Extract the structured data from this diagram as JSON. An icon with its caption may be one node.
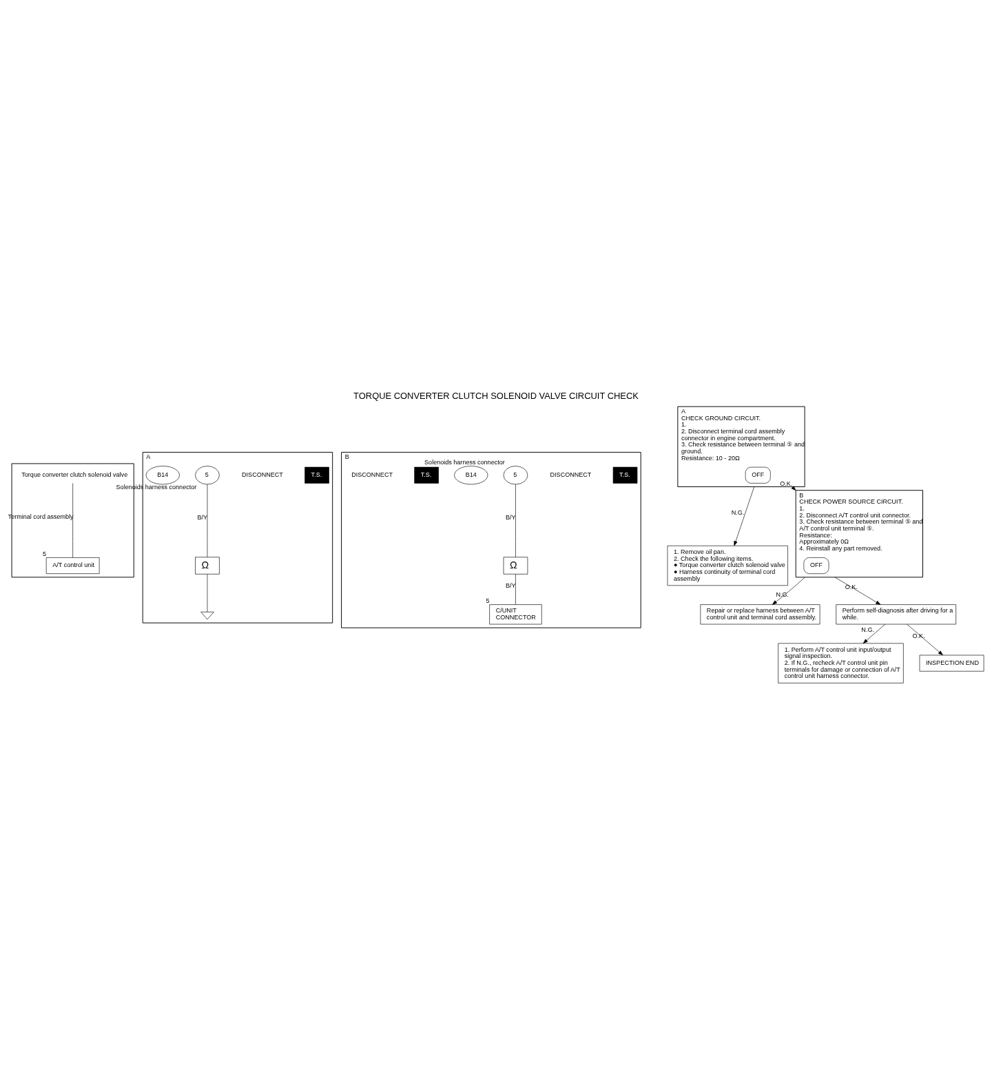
{
  "diagram": {
    "title": "TORQUE CONVERTER CLUTCH SOLENOID VALVE CIRCUIT CHECK",
    "nodes": [
      {
        "text": [],
        "shape": "box"
      },
      {
        "text": [
          "Torque converter clutch solenoid valve"
        ],
        "in": 0
      },
      {
        "text": [
          "A/T control unit"
        ],
        "beside": [
          "5"
        ],
        "in": 0
      },
      {
        "text": [
          "A"
        ]
      },
      {
        "text": [
          "T.S."
        ],
        "in": 3
      },
      {
        "text": [
          "DISCONNECT"
        ],
        "in": 3
      },
      {
        "text": [
          "5"
        ],
        "beside": [
          "Solenoids harness connector"
        ],
        "in": 3
      },
      {
        "text": [
          "B14"
        ],
        "in": 3
      },
      {
        "text": [
          "Ω"
        ],
        "in": 3
      },
      {
        "text": [],
        "shape": "ground",
        "in": 3
      },
      {
        "text": [
          "B"
        ]
      },
      {
        "text": [
          "T.S."
        ],
        "in": 10
      },
      {
        "text": [
          "DISCONNECT"
        ],
        "in": 10
      },
      {
        "text": [
          "5"
        ],
        "beside": [
          "Solenoids harness connector"
        ],
        "in": 10
      },
      {
        "text": [
          "B14"
        ],
        "in": 10
      },
      {
        "text": [
          "T.S."
        ],
        "in": 10
      },
      {
        "text": [
          "DISCONNECT"
        ],
        "in": 10
      },
      {
        "text": [
          "C/UNIT",
          "CONNECTOR"
        ],
        "beside": [
          "5"
        ],
        "in": 10
      },
      {
        "text": [
          "Ω"
        ],
        "in": 10
      },
      {
        "text": [
          "CHECK GROUND CIRCUIT.",
          "1.",
          "2. Disconnect terminal cord assembly connector in engine compartment.",
          "3. Check resistance between terminal ⑤ and ground.",
          "Resistance: 10 - 20Ω"
        ],
        "beside": [
          "A"
        ]
      },
      {
        "text": [
          "OFF"
        ],
        "in": 19
      },
      {
        "text": [
          "1. Remove oil pan.",
          "2. Check the following items.",
          "● Torque converter clutch solenoid valve",
          "● Harness continuity of terminal cord assembly"
        ]
      },
      {
        "text": [
          "CHECK POWER SOURCE CIRCUIT.",
          "1.",
          "2. Disconnect A/T control unit connector.",
          "3. Check resistance between terminal ⑤ and A/T control unit terminal ⑤.",
          "Resistance:",
          "Approximately 0Ω",
          "4. Reinstall any part removed."
        ],
        "beside": [
          "B"
        ]
      },
      {
        "text": [
          "OFF"
        ],
        "in": 22
      },
      {
        "text": [
          "Repair or replace harness between A/T control unit and terminal cord assembly."
        ]
      },
      {
        "text": [
          "Perform self-diagnosis after driving for a while."
        ]
      },
      {
        "text": [
          "1. Perform A/T control unit input/output signal inspection.",
          "2. If N.G., recheck A/T control unit pin terminals for damage or connection of A/T control unit harness connector."
        ]
      },
      {
        "text": [
          "INSPECTION END"
        ]
      }
    ],
    "edges": [
      {
        "from": 1,
        "to": 2,
        "arrow": "none",
        "label": "Terminal cord assembly"
      },
      {
        "from": 6,
        "to": 8,
        "arrow": "none",
        "label": "B/Y"
      },
      {
        "from": 8,
        "to": 9,
        "arrow": "none"
      },
      {
        "from": 13,
        "to": 18,
        "arrow": "none",
        "label": "B/Y"
      },
      {
        "from": 18,
        "to": 17,
        "arrow": "none",
        "label": "B/Y"
      },
      {
        "from": 19,
        "to": 21,
        "arrow": "to",
        "label": "N.G."
      },
      {
        "from": 19,
        "to": 22,
        "arrow": "to",
        "label": "O.K."
      },
      {
        "from": 22,
        "to": 24,
        "arrow": "to",
        "label": "N.G."
      },
      {
        "from": 22,
        "to": 25,
        "arrow": "to",
        "label": "O.K."
      },
      {
        "from": 25,
        "to": 26,
        "arrow": "to",
        "label": "N.G."
      },
      {
        "from": 25,
        "to": 27,
        "arrow": "to",
        "label": "O.K."
      }
    ]
  }
}
